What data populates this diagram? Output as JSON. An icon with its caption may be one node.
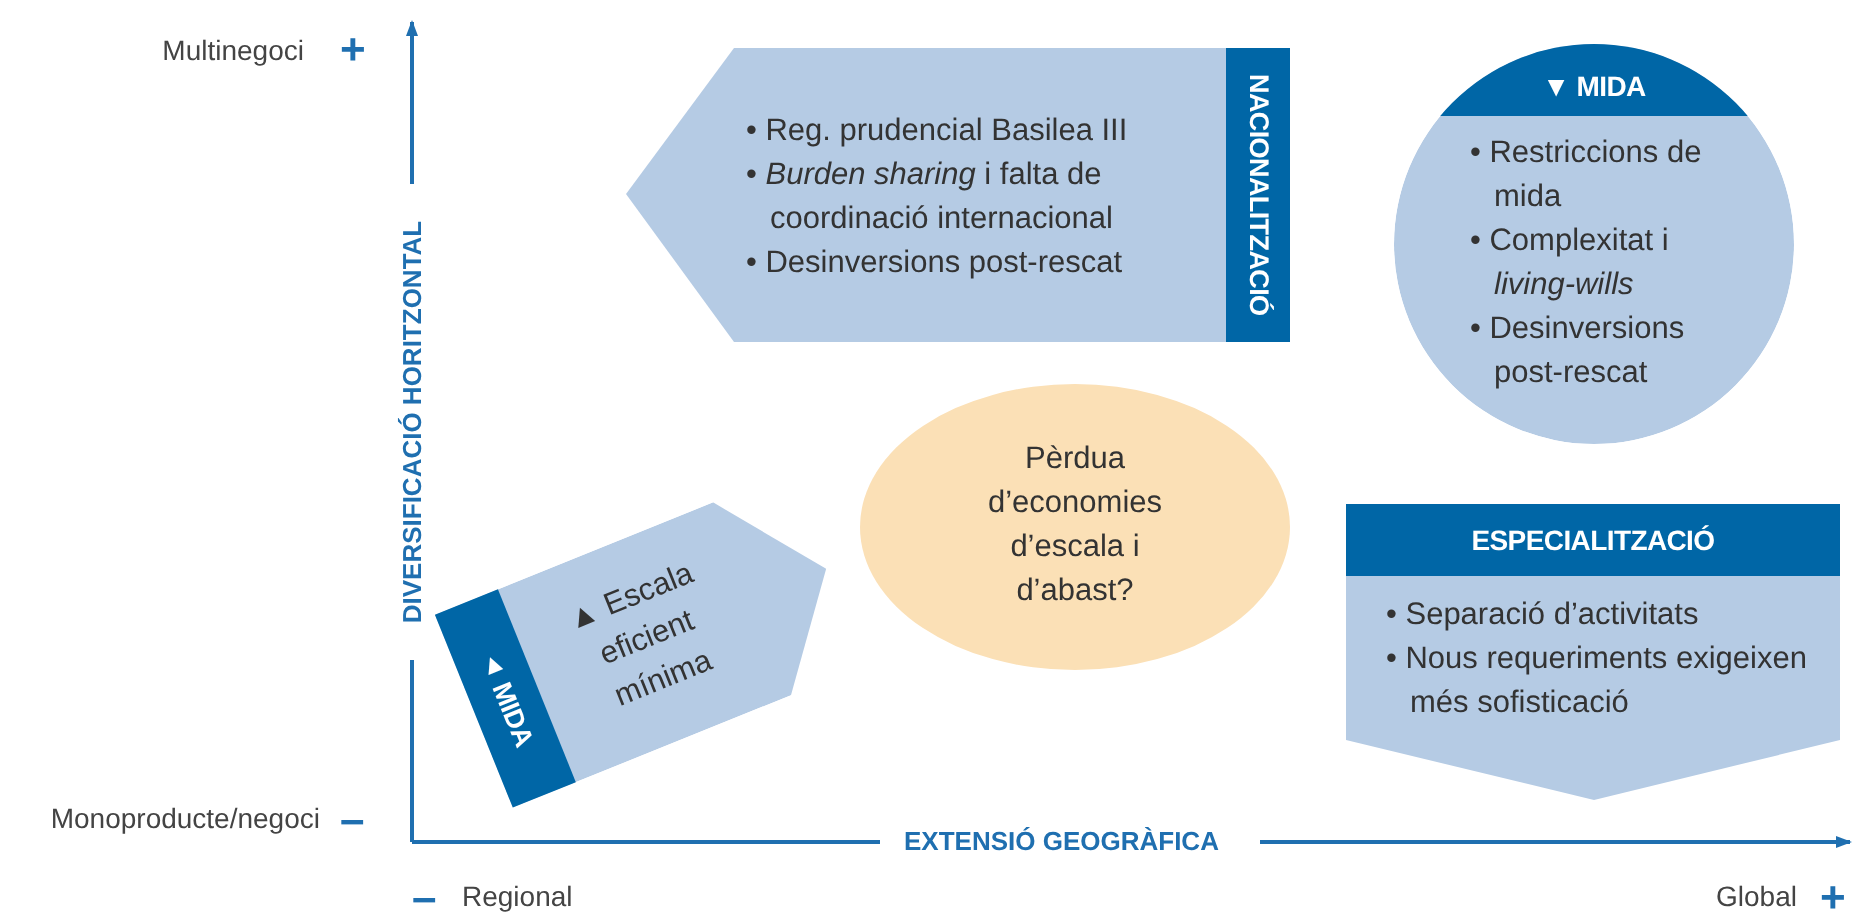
{
  "diagram": {
    "nodes": [
      {
        "text": [
          "NACIONALITZACIÓ",
          "• Reg. prudencial Basilea III",
          "• *Burden sharing* i falta de coordinació internacional",
          "• Desinversions post-rescat"
        ]
      },
      {
        "text": [
          "▼ MIDA",
          "• Restriccions de mida",
          "• Complexitat i *living-wills*",
          "• Desinversions post-rescat"
        ]
      },
      {
        "text": [
          "Pèrdua d’economies d’escala i d’abast?"
        ]
      },
      {
        "text": [
          "ESPECIALITZACIÓ",
          "• Separació d’activitats",
          "• Nous requeriments exigeixen més sofisticació"
        ]
      },
      {
        "text": [
          "▲ MIDA",
          "▲ Escala eficient mínima"
        ]
      }
    ],
    "edges": [],
    "labels": [
      "Multinegoci",
      "+",
      "DIVERSIFICACIÓ HORITZONTAL",
      "Monoproducte/negoci",
      "–",
      "EXTENSIÓ GEOGRÀFICA",
      "–",
      "Regional",
      "Global",
      "+"
    ]
  }
}
